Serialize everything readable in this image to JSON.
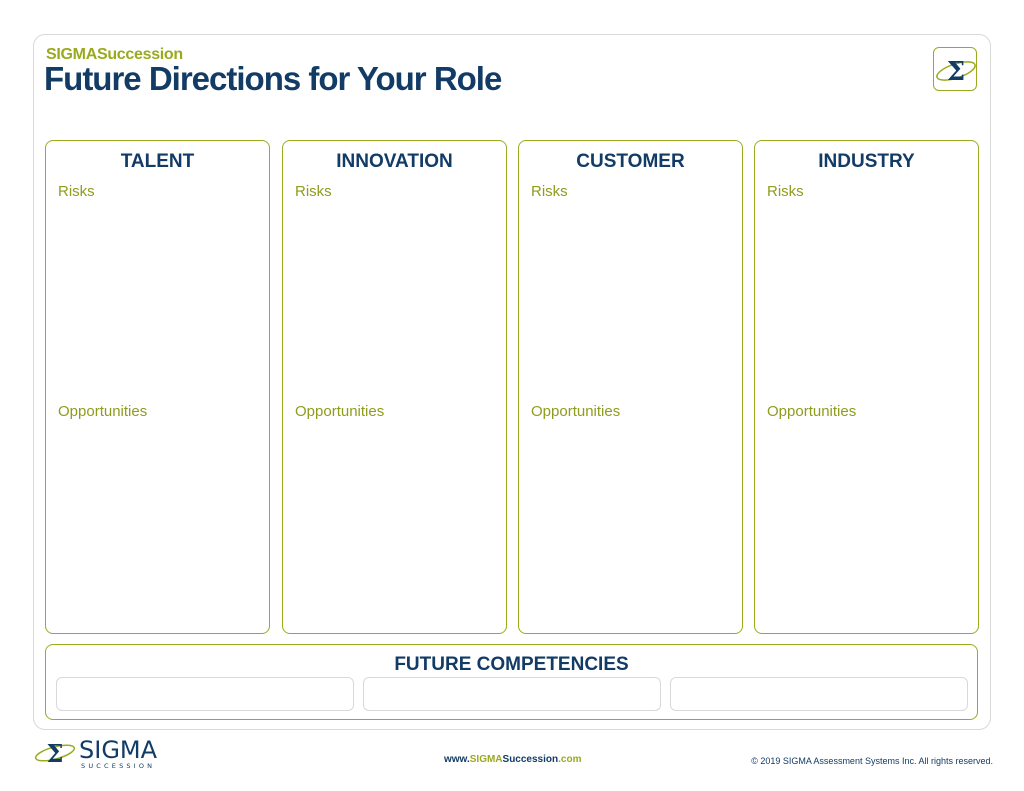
{
  "header": {
    "brand_prefix": "SIGMA",
    "brand_suffix": "Succession",
    "title": "Future Directions for Your Role",
    "logo_icon": "sigma-icon"
  },
  "panels": [
    {
      "title": "TALENT",
      "risks_label": "Risks",
      "opportunities_label": "Opportunities"
    },
    {
      "title": "INNOVATION",
      "risks_label": "Risks",
      "opportunities_label": "Opportunities"
    },
    {
      "title": "CUSTOMER",
      "risks_label": "Risks",
      "opportunities_label": "Opportunities"
    },
    {
      "title": "INDUSTRY",
      "risks_label": "Risks",
      "opportunities_label": "Opportunities"
    }
  ],
  "competencies": {
    "title": "FUTURE COMPETENCIES",
    "fields": [
      "",
      "",
      ""
    ]
  },
  "footer": {
    "logo_word": "SIGMA",
    "logo_sub": "SUCCESSION",
    "url_prefix": "www.",
    "url_brand_a": "SIGMA",
    "url_brand_b": "Succession",
    "url_suffix": ".com",
    "copyright": "© 2019 SIGMA Assessment Systems Inc. All rights reserved."
  },
  "colors": {
    "navy": "#123b66",
    "olive": "#9aaa1e",
    "border_gray": "#d9d9d9"
  }
}
